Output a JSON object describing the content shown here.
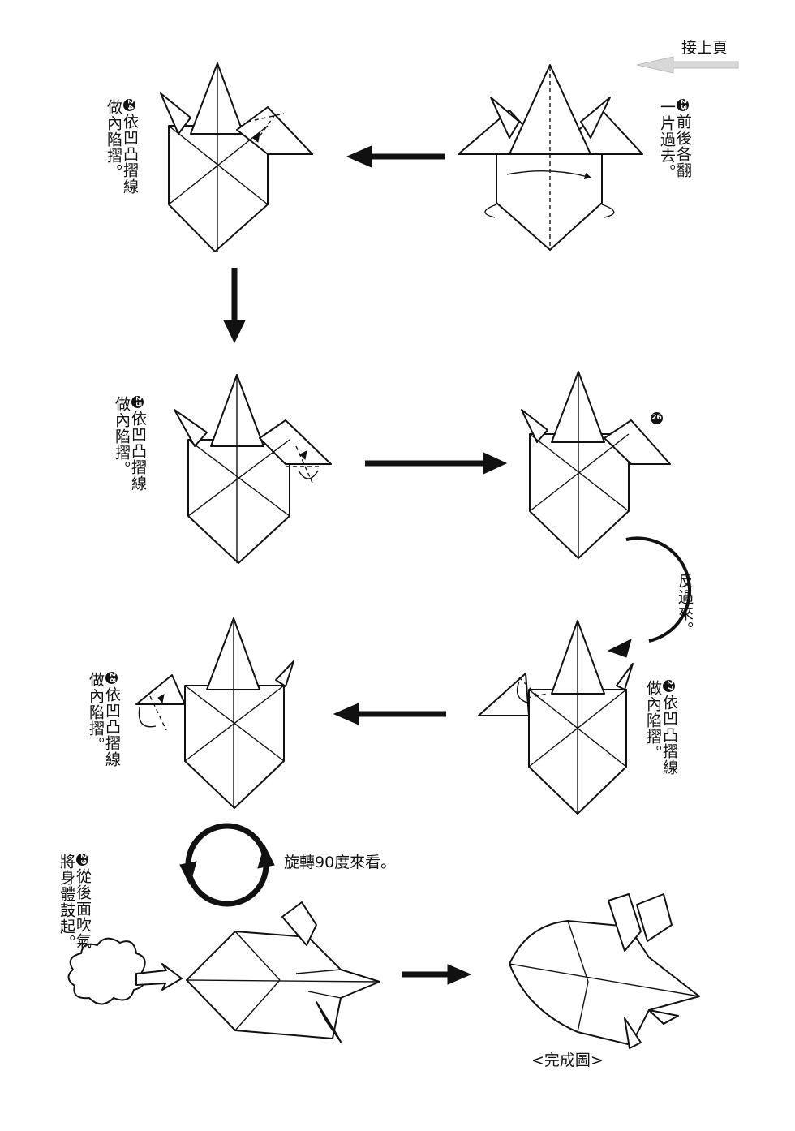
{
  "header": {
    "continue_label": "接上頁"
  },
  "steps": [
    {
      "number": "23",
      "text": "前後各翻\n一片過去。"
    },
    {
      "number": "24",
      "text": "依凹凸摺線\n做內陷摺。"
    },
    {
      "number": "25",
      "text": "依凹凸摺線\n做內陷摺。"
    },
    {
      "number": "26",
      "text": ""
    },
    {
      "number": "27",
      "text": "依凹凸摺線\n做內陷摺。"
    },
    {
      "number": "28",
      "text": "依凹凸摺線\n做內陷摺。"
    },
    {
      "number": "29",
      "text": "從後面吹氣\n將身體鼓起。"
    }
  ],
  "annotations": {
    "flip_over": "反過來。",
    "rotate": "旋轉90度來看。",
    "finished": "<完成圖>"
  }
}
